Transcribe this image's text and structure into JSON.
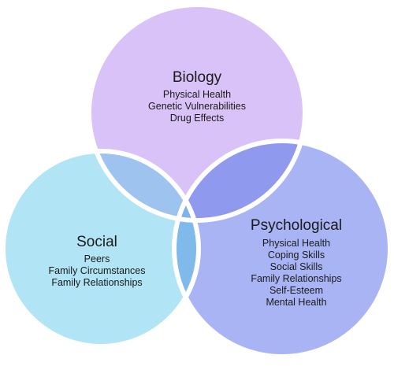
{
  "diagram": {
    "colors": {
      "biology": "#d9c2f7",
      "social": "#b1e4f4",
      "psychological": "#a9b4f5",
      "bio_social": "#9dc3ee",
      "bio_psych": "#8f99ee",
      "social_psych": "#7fbaeb",
      "center": "#7eb4ea",
      "stroke": "#ffffff"
    },
    "circles": {
      "biology": {
        "title": "Biology",
        "items": [
          "Physical Health",
          "Genetic Vulnerabilities",
          "Drug Effects"
        ]
      },
      "social": {
        "title": "Social",
        "items": [
          "Peers",
          "Family Circumstances",
          "Family Relationships"
        ]
      },
      "psychological": {
        "title": "Psychological",
        "items": [
          "Physical Health",
          "Coping Skills",
          "Social Skills",
          "Family Relationships",
          "Self-Esteem",
          "Mental Health"
        ]
      }
    }
  }
}
